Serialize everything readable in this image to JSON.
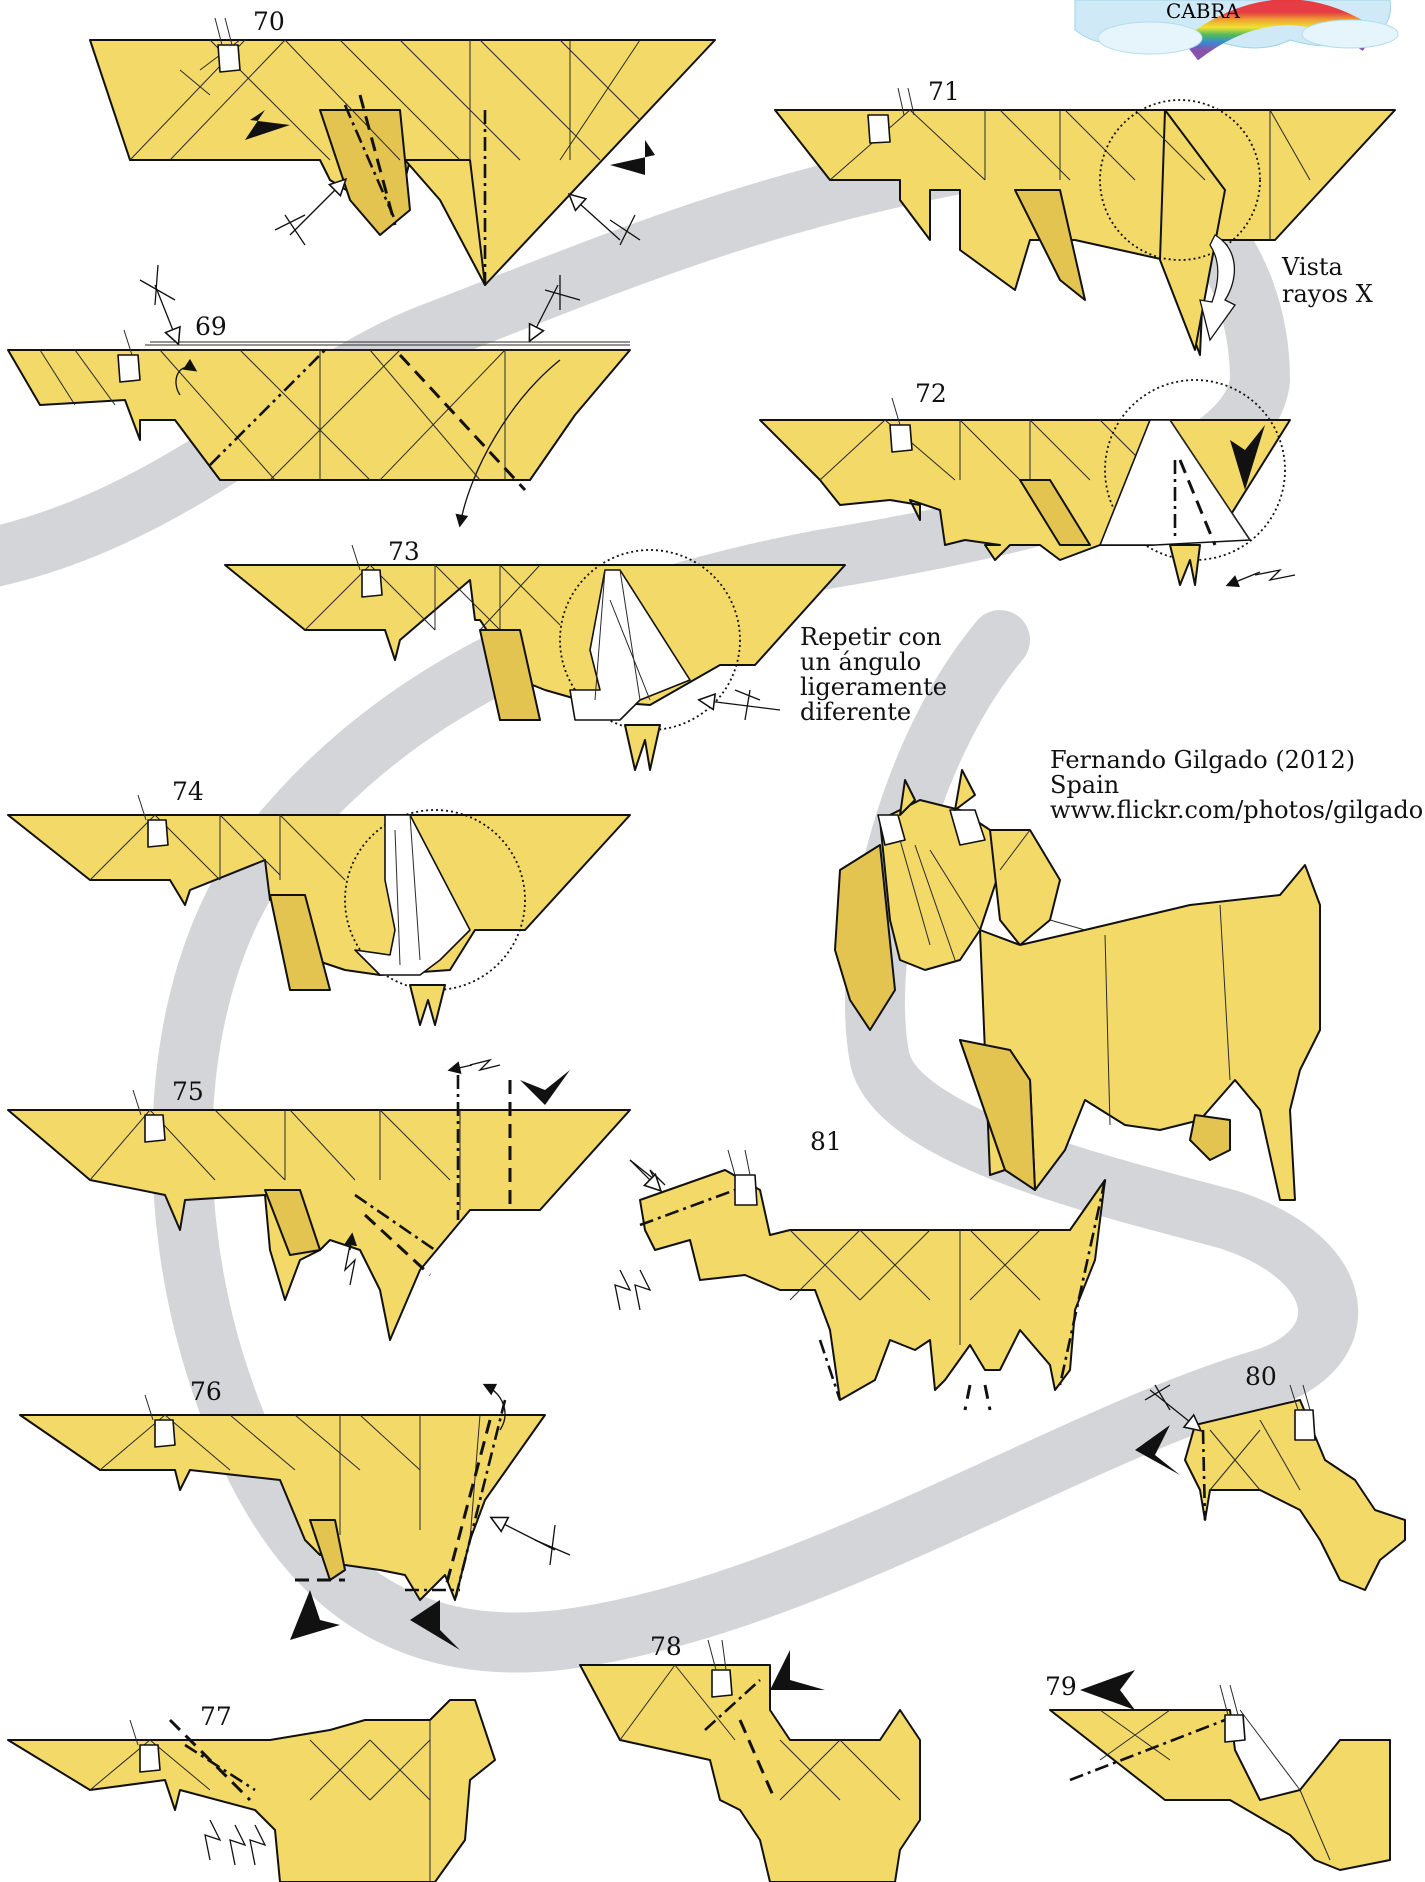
{
  "header": {
    "title": "CABRA"
  },
  "steps": [
    "69",
    "70",
    "71",
    "72",
    "73",
    "74",
    "75",
    "76",
    "77",
    "78",
    "79",
    "80",
    "81"
  ],
  "notes": {
    "xray": [
      "Vista",
      "rayos X"
    ],
    "repeat": [
      "Repetir con",
      "un ángulo",
      "ligeramente",
      "diferente"
    ]
  },
  "credits": {
    "author": "Fernando Gilgado (2012)",
    "country": "Spain",
    "url": "www.flickr.com/photos/gilgado"
  },
  "colors": {
    "paper": "#f2d968",
    "paper_shadow": "#e3c451",
    "background_band": "#d4d5d8",
    "line": "#111111"
  }
}
